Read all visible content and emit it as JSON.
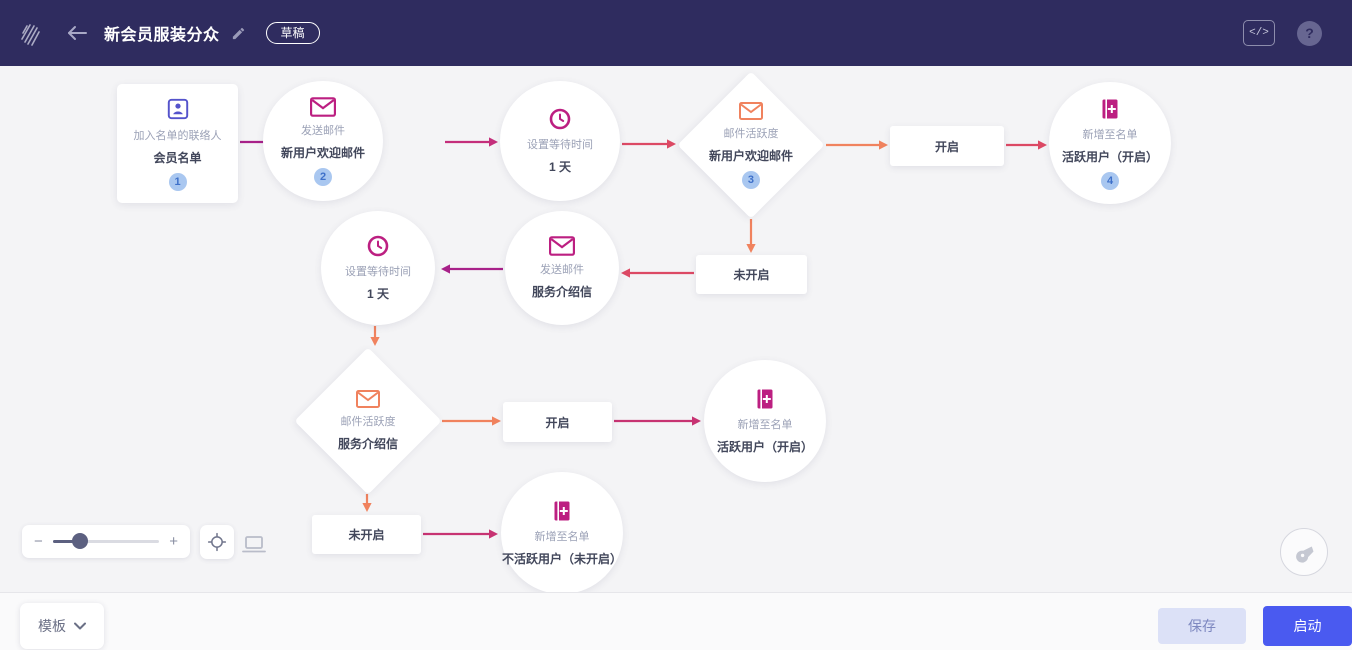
{
  "header": {
    "title": "新会员服装分众",
    "status_badge": "草稿",
    "code_icon_glyph": "</>",
    "help_icon_glyph": "?"
  },
  "flow": {
    "nodes": [
      {
        "type": "rect",
        "icon": "contact-card",
        "label": "加入名单的联络人",
        "name": "会员名单",
        "badge": "1"
      },
      {
        "type": "circle",
        "icon": "email",
        "label": "发送邮件",
        "name": "新用户欢迎邮件",
        "badge": "2"
      },
      {
        "type": "circle",
        "icon": "clock",
        "label": "设置等待时间",
        "name": "1 天",
        "badge": ""
      },
      {
        "type": "diamond",
        "icon": "email-activity",
        "label": "邮件活跃度",
        "name": "新用户欢迎邮件",
        "badge": "3"
      },
      {
        "type": "circle",
        "icon": "add-to-list",
        "label": "新增至名单",
        "name": "活跃用户（开启）",
        "badge": "4"
      },
      {
        "type": "circle",
        "icon": "email",
        "label": "发送邮件",
        "name": "服务介绍信",
        "badge": ""
      },
      {
        "type": "circle",
        "icon": "clock",
        "label": "设置等待时间",
        "name": "1 天",
        "badge": ""
      },
      {
        "type": "diamond",
        "icon": "email-activity",
        "label": "邮件活跃度",
        "name": "服务介绍信",
        "badge": ""
      },
      {
        "type": "circle",
        "icon": "add-to-list",
        "label": "新增至名单",
        "name": "活跃用户（开启）",
        "badge": ""
      },
      {
        "type": "circle",
        "icon": "add-to-list",
        "label": "新增至名单",
        "name": "不活跃用户（未开启）",
        "badge": ""
      }
    ],
    "edge_labels": [
      {
        "text": "开启"
      },
      {
        "text": "未开启"
      },
      {
        "text": "开启"
      },
      {
        "text": "未开启"
      }
    ]
  },
  "canvas_controls": {
    "zoom_out": "−",
    "zoom_in": "+"
  },
  "footer": {
    "template_button": "模板",
    "save_button": "保存",
    "launch_button": "启动"
  },
  "colors": {
    "header_bg": "#2f2c5f",
    "canvas_bg": "#f4f4f6",
    "accent_magenta": "#bc1f81",
    "accent_orange": "#f0825e",
    "accent_red": "#dc4964",
    "accent_indigo": "#5453cb",
    "primary_blue": "#4a5af0",
    "save_button_bg": "#dce1f7",
    "badge_bg": "#a9c7f0",
    "badge_text": "#3e70c9"
  }
}
